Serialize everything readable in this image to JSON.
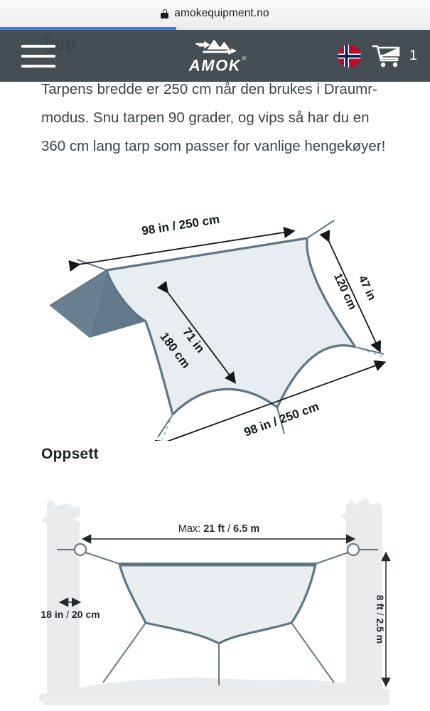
{
  "browser": {
    "url": "amokequipment.no",
    "lock_icon": "lock-icon",
    "progress_percent": 41
  },
  "site_header": {
    "menu_icon": "hamburger-menu-icon",
    "logo_text": "AMOK",
    "logo_registered": "®",
    "logo_icon": "mountain-arrows-icon",
    "language_flag": "norway-flag-icon",
    "cart_icon": "shopping-cart-icon",
    "cart_count": "1"
  },
  "page": {
    "breadcrumb_title": "Tarp",
    "body_text": "Tarpens bredde er 250 cm når den brukes i Draumr-modus. Snu tarpen 90 grader, og vips så har du en 360 cm lang tarp som passer for vanlige hengekøyer!",
    "section_heading": "Oppsett"
  },
  "figure_tarp": {
    "alt_name": "tarp-dimensions-diagram",
    "labels": {
      "top_edge": {
        "imperial": "98 in",
        "separator": "/",
        "metric": "250 cm"
      },
      "bottom_edge": {
        "imperial": "98 in",
        "separator": "/",
        "metric": "250 cm"
      },
      "center_width_in": "71 in",
      "center_width_cm": "180 cm",
      "side_in": "47 in",
      "side_cm": "120 cm"
    },
    "colors": {
      "fill": "#e8edf1",
      "stroke": "#5d7684",
      "dark_fill": "#62798a"
    }
  },
  "figure_setup": {
    "alt_name": "tarp-setup-diagram",
    "labels": {
      "span_prefix": "Max:",
      "span_imperial": "21 ft",
      "span_separator": "/",
      "span_metric": "6.5 m",
      "ridge_drop_imperial": "18 in",
      "ridge_drop_separator": "/",
      "ridge_drop_metric": "20 cm",
      "height_imperial": "8 ft",
      "height_separator": "/",
      "height_metric": "2.5 m"
    },
    "colors": {
      "tree": "#e9ebed",
      "fill": "#e9eef1",
      "stroke": "#5d7684",
      "line": "#6b7a82"
    }
  }
}
